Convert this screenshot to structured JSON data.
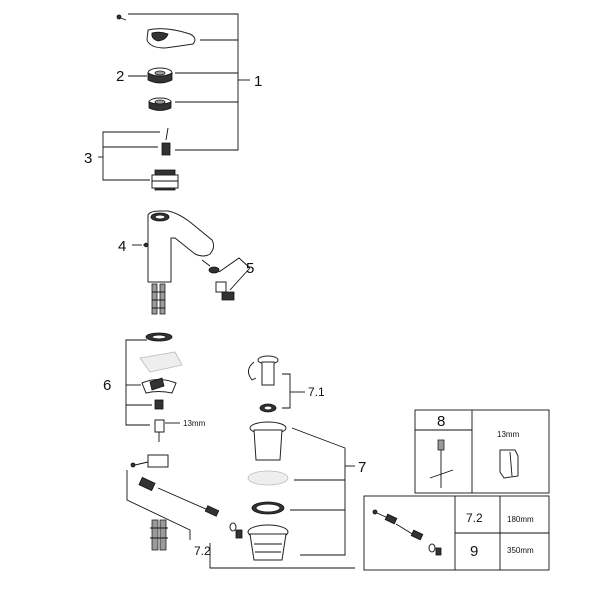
{
  "callouts": {
    "c1": "1",
    "c2": "2",
    "c3": "3",
    "c4": "4",
    "c5": "5",
    "c6": "6",
    "c7": "7",
    "c7_1": "7.1",
    "c7_2": "7.2"
  },
  "wrench_note": "13mm",
  "tool_box": {
    "item_label": "8",
    "wrench_size": "13mm"
  },
  "length_table": {
    "row1_label": "7.2",
    "row1_value": "180mm",
    "row2_label": "9",
    "row2_value": "350mm"
  }
}
